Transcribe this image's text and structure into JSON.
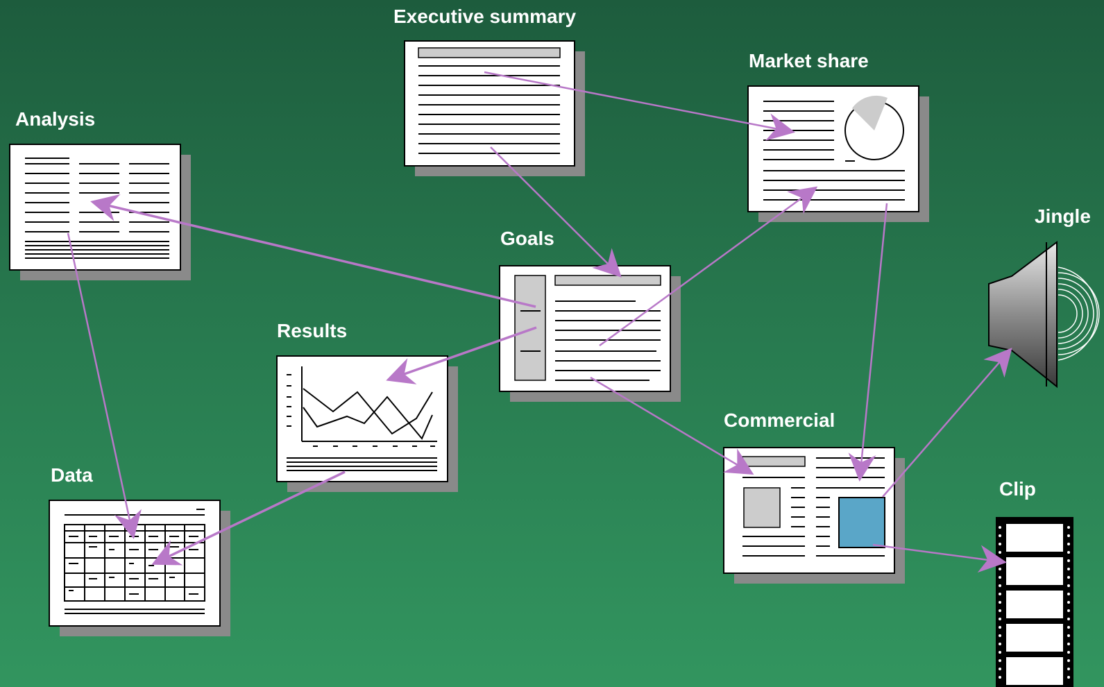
{
  "nodes": [
    {
      "id": "executive-summary",
      "label": "Executive summary"
    },
    {
      "id": "market-share",
      "label": "Market share"
    },
    {
      "id": "analysis",
      "label": "Analysis"
    },
    {
      "id": "goals",
      "label": "Goals"
    },
    {
      "id": "results",
      "label": "Results"
    },
    {
      "id": "commercial",
      "label": "Commercial"
    },
    {
      "id": "jingle",
      "label": "Jingle"
    },
    {
      "id": "data",
      "label": "Data"
    },
    {
      "id": "clip",
      "label": "Clip"
    }
  ],
  "edges": [
    {
      "from": "executive-summary",
      "to": "market-share"
    },
    {
      "from": "executive-summary",
      "to": "goals"
    },
    {
      "from": "goals",
      "to": "analysis"
    },
    {
      "from": "goals",
      "to": "market-share"
    },
    {
      "from": "goals",
      "to": "results"
    },
    {
      "from": "goals",
      "to": "commercial"
    },
    {
      "from": "analysis",
      "to": "data"
    },
    {
      "from": "results",
      "to": "data"
    },
    {
      "from": "market-share",
      "to": "commercial"
    },
    {
      "from": "commercial",
      "to": "jingle"
    },
    {
      "from": "commercial",
      "to": "clip"
    }
  ],
  "colors": {
    "background_top": "#1d5c3d",
    "background_bottom": "#32955f",
    "arrow": "#b878c8",
    "page": "#ffffff",
    "shadow": "#8a8a8a",
    "accent_box": "#5aa6c8",
    "gray_fill": "#cccccc"
  }
}
